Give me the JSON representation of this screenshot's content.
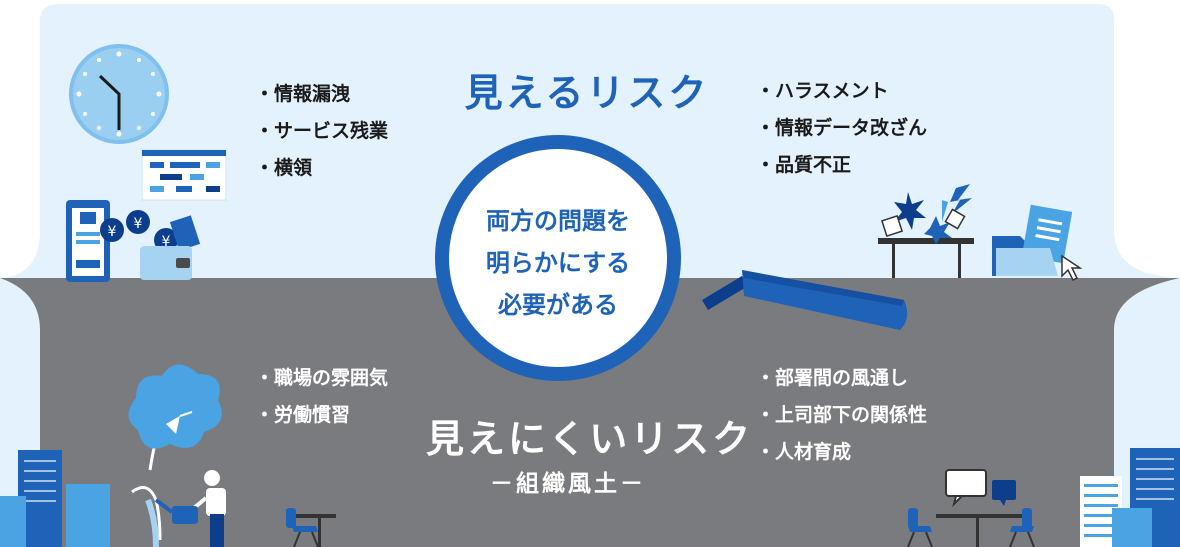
{
  "visible_risk": {
    "title": "見えるリスク",
    "left_items": [
      "情報漏洩",
      "サービス残業",
      "横領"
    ],
    "right_items": [
      "ハラスメント",
      "情報データ改ざん",
      "品質不正"
    ]
  },
  "invisible_risk": {
    "title": "見えにくいリスク",
    "subtitle": "－組織風土－",
    "left_items": [
      "職場の雰囲気",
      "労働慣習"
    ],
    "right_items": [
      "部署間の風通し",
      "上司部下の関係性",
      "人材育成"
    ]
  },
  "lens": {
    "lines": [
      "両方の問題を",
      "明らかにする",
      "必要がある"
    ]
  },
  "colors": {
    "sky": "#e3f2fc",
    "ground": "#7a7b7f",
    "accent_blue": "#1f63b8",
    "navy": "#0c3e8c",
    "light_blue": "#4aa3e3"
  },
  "icons": [
    "clock-icon",
    "chart-board-icon",
    "bank-card-icon",
    "yen-coin-icon",
    "wallet-icon",
    "broken-desk-icon",
    "document-folder-icon",
    "cursor-icon",
    "plant-icon",
    "watering-person-icon",
    "chair-icon",
    "meeting-table-icon",
    "speech-bubble-icon",
    "building-icon",
    "magnifier-icon"
  ]
}
